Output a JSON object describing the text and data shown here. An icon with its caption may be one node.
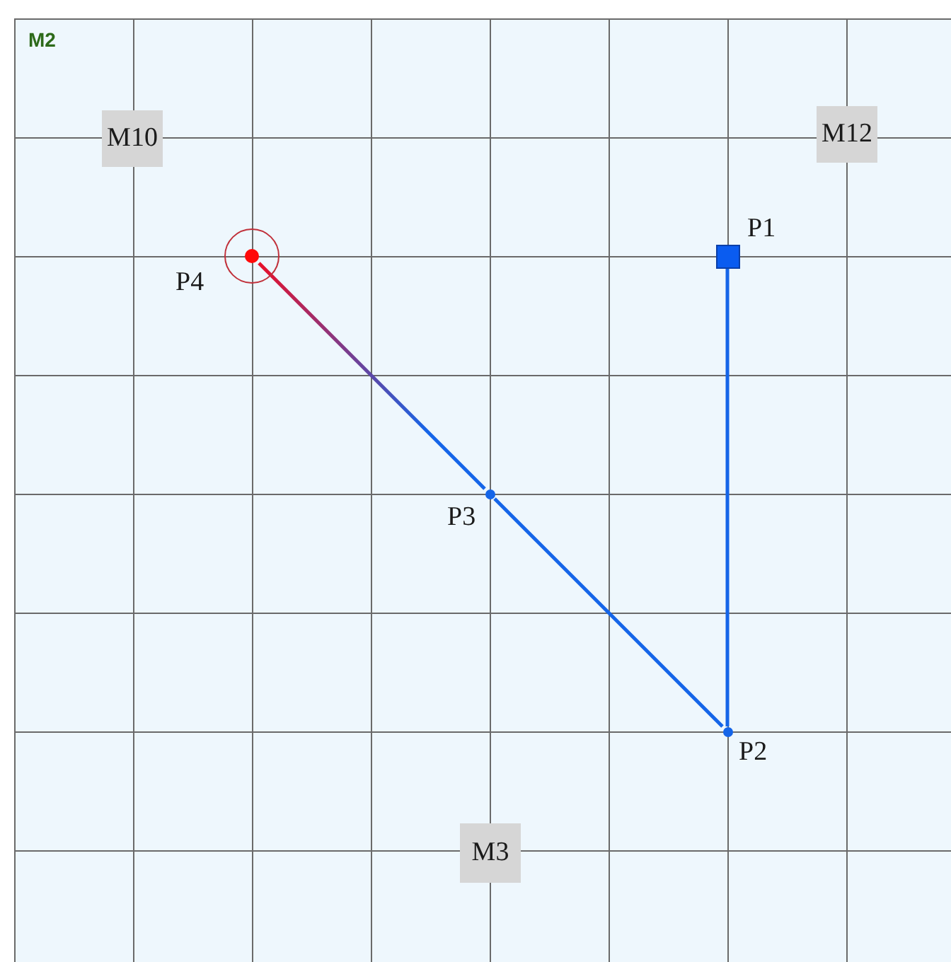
{
  "diagram": {
    "nodes": [
      {
        "text": [
          "M10"
        ]
      },
      {
        "text": [
          "M12"
        ]
      },
      {
        "text": [],
        "shape": "circle",
        "beside": [
          "P4"
        ]
      },
      {
        "text": [],
        "shape": "box",
        "beside": [
          "P1"
        ]
      },
      {
        "text": [],
        "shape": "circle",
        "beside": [
          "P3"
        ]
      },
      {
        "text": [],
        "shape": "circle",
        "beside": [
          "P2"
        ]
      },
      {
        "text": [
          "M3"
        ]
      }
    ],
    "edges": [
      {
        "from": 3,
        "to": 5,
        "arrow": "none"
      },
      {
        "from": 5,
        "to": 4,
        "arrow": "none"
      },
      {
        "from": 4,
        "to": 2,
        "arrow": "none",
        "color": "#e8102a"
      }
    ],
    "labels": [
      "M2"
    ]
  }
}
